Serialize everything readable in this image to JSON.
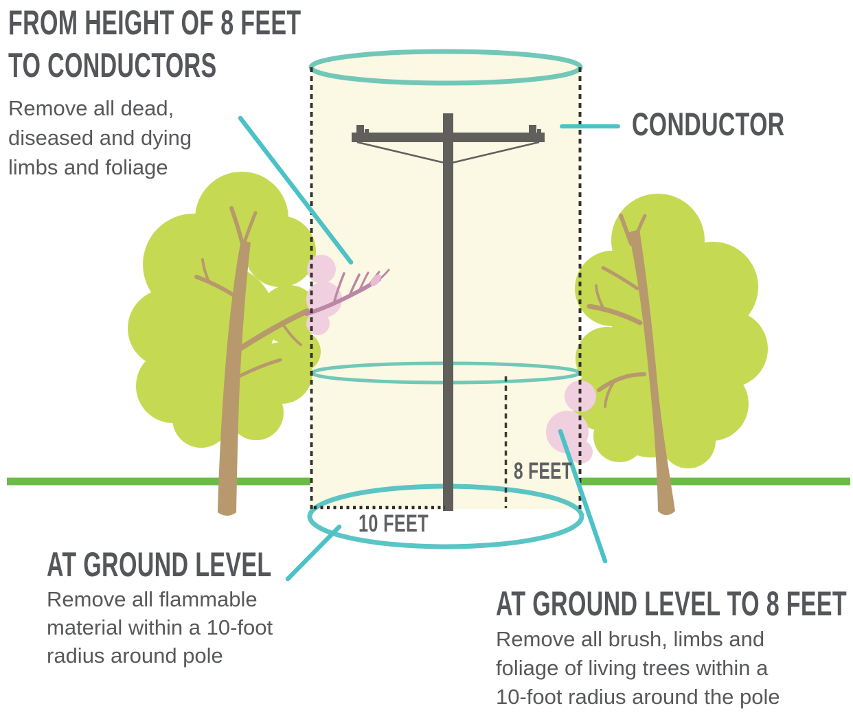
{
  "figure": {
    "kind": "utility pole vegetation clearance diagram",
    "palette": {
      "ring_teal": "#72c7b8",
      "ring_teal_bottom": "#5bc4c4",
      "leader_teal": "#4cc2c7",
      "cylinder_fill": "#fbf8e3",
      "dash_dark": "#34332e",
      "pole_gray": "#605f5b",
      "ground_green": "#6abc47",
      "tree_green": "#c5da52",
      "trunk_brown": "#b7996d",
      "dead_limb_mauve": "#bd86a4",
      "debris_pink": "#f0d0de",
      "heading_text": "#54565a",
      "body_text": "#57585a",
      "measure_text": "#5e6063"
    }
  },
  "callouts": {
    "top_left": {
      "title_lines": [
        "FROM HEIGHT OF 8 FEET",
        "TO CONDUCTORS"
      ],
      "body_lines": [
        "Remove all dead,",
        "diseased and dying",
        "limbs and foliage"
      ]
    },
    "conductor": {
      "label": "CONDUCTOR"
    },
    "ground_level": {
      "title_lines": [
        "AT GROUND LEVEL"
      ],
      "body_lines": [
        "Remove all flammable",
        "material within a 10-foot",
        "radius around pole"
      ]
    },
    "ground_to_eight": {
      "title_lines": [
        "AT GROUND LEVEL TO 8 FEET"
      ],
      "body_lines": [
        "Remove all brush, limbs and",
        "foliage of living trees within a",
        "10-foot radius around the pole"
      ]
    }
  },
  "measurements": {
    "height_label": "8 FEET",
    "radius_label": "10 FEET"
  }
}
